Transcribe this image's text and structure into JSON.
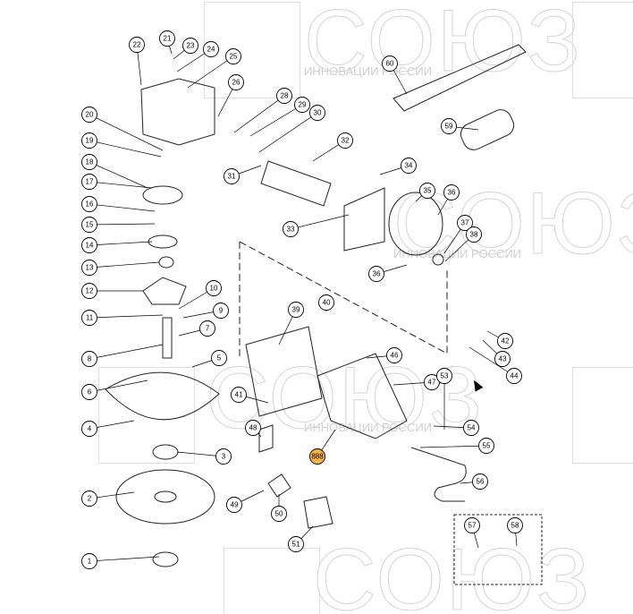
{
  "watermark": {
    "logo_text": "СОЮЗ",
    "subtitle": "ИННОВАЦИИ РОССИИ"
  },
  "diagram": {
    "type": "exploded-parts-diagram",
    "callouts": [
      "1",
      "2",
      "3",
      "4",
      "5",
      "6",
      "7",
      "8",
      "9",
      "10",
      "11",
      "12",
      "13",
      "14",
      "15",
      "16",
      "17",
      "18",
      "19",
      "20",
      "21",
      "22",
      "23",
      "24",
      "25",
      "26",
      "28",
      "29",
      "30",
      "31",
      "32",
      "33",
      "34",
      "35",
      "36",
      "36",
      "37",
      "38",
      "39",
      "40",
      "41",
      "42",
      "43",
      "44",
      "46",
      "47",
      "48",
      "49",
      "50",
      "51",
      "53",
      "54",
      "55",
      "56",
      "57",
      "58",
      "59",
      "60",
      "888"
    ],
    "highlighted_callout": "888",
    "highlight_color": "#f3b24a"
  }
}
